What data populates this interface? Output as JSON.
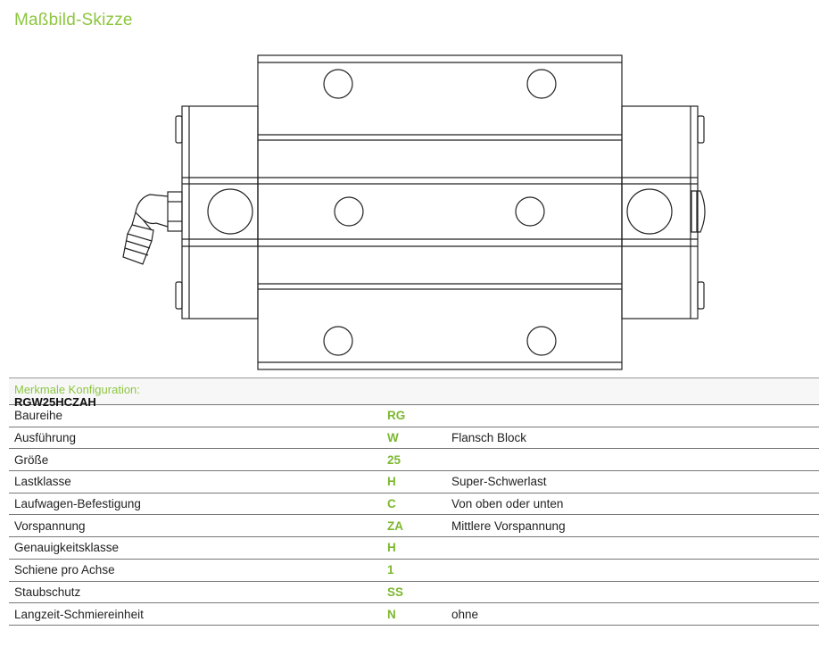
{
  "title": "Maßbild-Skizze",
  "config": {
    "label": "Merkmale Konfiguration:",
    "code": "RGW25HCZAH",
    "rows": [
      {
        "name": "Baureihe",
        "code": "RG",
        "desc": ""
      },
      {
        "name": "Ausführung",
        "code": "W",
        "desc": "Flansch Block"
      },
      {
        "name": "Größe",
        "code": "25",
        "desc": ""
      },
      {
        "name": "Lastklasse",
        "code": "H",
        "desc": "Super-Schwerlast"
      },
      {
        "name": "Laufwagen-Befestigung",
        "code": "C",
        "desc": "Von oben oder unten"
      },
      {
        "name": "Vorspannung",
        "code": "ZA",
        "desc": "Mittlere Vorspannung"
      },
      {
        "name": "Genauigkeitsklasse",
        "code": "H",
        "desc": ""
      },
      {
        "name": "Schiene pro Achse",
        "code": "1",
        "desc": ""
      },
      {
        "name": "Staubschutz",
        "code": "SS",
        "desc": ""
      },
      {
        "name": "Langzeit-Schmiereinheit",
        "code": "N",
        "desc": "ohne"
      }
    ]
  },
  "colors": {
    "accent": "#8dc63f",
    "line": "#222222"
  }
}
